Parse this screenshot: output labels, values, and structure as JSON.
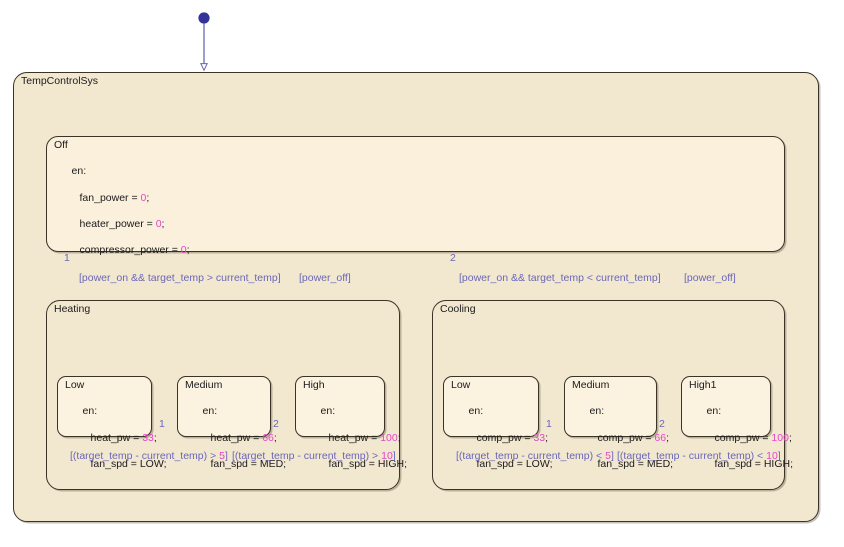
{
  "diagram": {
    "type": "stateflow-chart",
    "title": "TempControlSys",
    "colors": {
      "canvas": "#ffffff",
      "superstate_fill": "#f2e8d0",
      "state_fill": "#faf0dc",
      "state_border": "#3a3326",
      "transition": "#6a66b8",
      "junction": "#33339a",
      "literal": "#e545c8"
    }
  },
  "root": {
    "name": "TempControlSys",
    "default_transition_label": ""
  },
  "states": {
    "off": {
      "name": "Off",
      "action_keyword": "en:",
      "actions": [
        {
          "lhs": "fan_power = ",
          "value": "0",
          "suffix": ";"
        },
        {
          "lhs": "heater_power = ",
          "value": "0",
          "suffix": ";"
        },
        {
          "lhs": "compressor_power = ",
          "value": "0",
          "suffix": ";"
        }
      ]
    },
    "heating": {
      "name": "Heating"
    },
    "cooling": {
      "name": "Cooling"
    },
    "heating_low": {
      "name": "Low",
      "action_keyword": "en:",
      "actions": [
        {
          "lhs": "heat_pw = ",
          "value": "33",
          "suffix": ";"
        },
        {
          "lhs": "fan_spd = LOW;",
          "value": "",
          "suffix": ""
        }
      ]
    },
    "heating_medium": {
      "name": "Medium",
      "action_keyword": "en:",
      "actions": [
        {
          "lhs": "heat_pw = ",
          "value": "66",
          "suffix": ";"
        },
        {
          "lhs": "fan_spd = MED;",
          "value": "",
          "suffix": ""
        }
      ]
    },
    "heating_high": {
      "name": "High",
      "action_keyword": "en:",
      "actions": [
        {
          "lhs": "heat_pw = ",
          "value": "100",
          "suffix": ";"
        },
        {
          "lhs": "fan_spd = HIGH;",
          "value": "",
          "suffix": ""
        }
      ]
    },
    "cooling_low": {
      "name": "Low",
      "action_keyword": "en:",
      "actions": [
        {
          "lhs": "comp_pw = ",
          "value": "33",
          "suffix": ";"
        },
        {
          "lhs": "fan_spd = LOW;",
          "value": "",
          "suffix": ""
        }
      ]
    },
    "cooling_medium": {
      "name": "Medium",
      "action_keyword": "en:",
      "actions": [
        {
          "lhs": "comp_pw = ",
          "value": "66",
          "suffix": ";"
        },
        {
          "lhs": "fan_spd = MED;",
          "value": "",
          "suffix": ""
        }
      ]
    },
    "cooling_high": {
      "name": "High1",
      "action_keyword": "en:",
      "actions": [
        {
          "lhs": "comp_pw = ",
          "value": "100",
          "suffix": ";"
        },
        {
          "lhs": "fan_spd = HIGH;",
          "value": "",
          "suffix": ""
        }
      ]
    }
  },
  "transitions": {
    "off_to_heating": {
      "guard": "[power_on && target_temp > current_temp]",
      "order": "1",
      "from": "Off",
      "to": "Heating"
    },
    "heating_to_off": {
      "guard": "[power_off]",
      "order": "",
      "from": "Heating",
      "to": "Off"
    },
    "off_to_cooling": {
      "guard": "[power_on && target_temp < current_temp]",
      "order": "2",
      "from": "Off",
      "to": "Cooling"
    },
    "cooling_to_off": {
      "guard": "[power_off]",
      "order": "",
      "from": "Cooling",
      "to": "Off"
    },
    "heating_low_to_medium": {
      "guard_prefix": "[(target_temp - current_temp) > ",
      "guard_value": "5",
      "guard_suffix": "]",
      "order": "",
      "from": "Low",
      "to": "Medium"
    },
    "heating_medium_to_low": {
      "order": "1",
      "guard": "",
      "from": "Medium",
      "to": "Low"
    },
    "heating_medium_to_high": {
      "guard_prefix": "[(target_temp - current_temp) > ",
      "guard_value": "10",
      "guard_suffix": "]",
      "order": "2",
      "from": "Medium",
      "to": "High"
    },
    "heating_high_to_medium": {
      "guard": "",
      "order": "",
      "from": "High",
      "to": "Medium"
    },
    "cooling_low_to_medium": {
      "guard_prefix": "[(target_temp - current_temp) < ",
      "guard_value": "5",
      "guard_suffix": "]",
      "order": "",
      "from": "Low",
      "to": "Medium"
    },
    "cooling_medium_to_low": {
      "order": "1",
      "guard": "",
      "from": "Medium",
      "to": "Low"
    },
    "cooling_medium_to_high": {
      "guard_prefix": "[(target_temp - current_temp) < ",
      "guard_value": "10",
      "guard_suffix": "]",
      "order": "2",
      "from": "Medium",
      "to": "High1"
    },
    "cooling_high_to_medium": {
      "guard": "",
      "order": "",
      "from": "High1",
      "to": "Medium"
    }
  }
}
